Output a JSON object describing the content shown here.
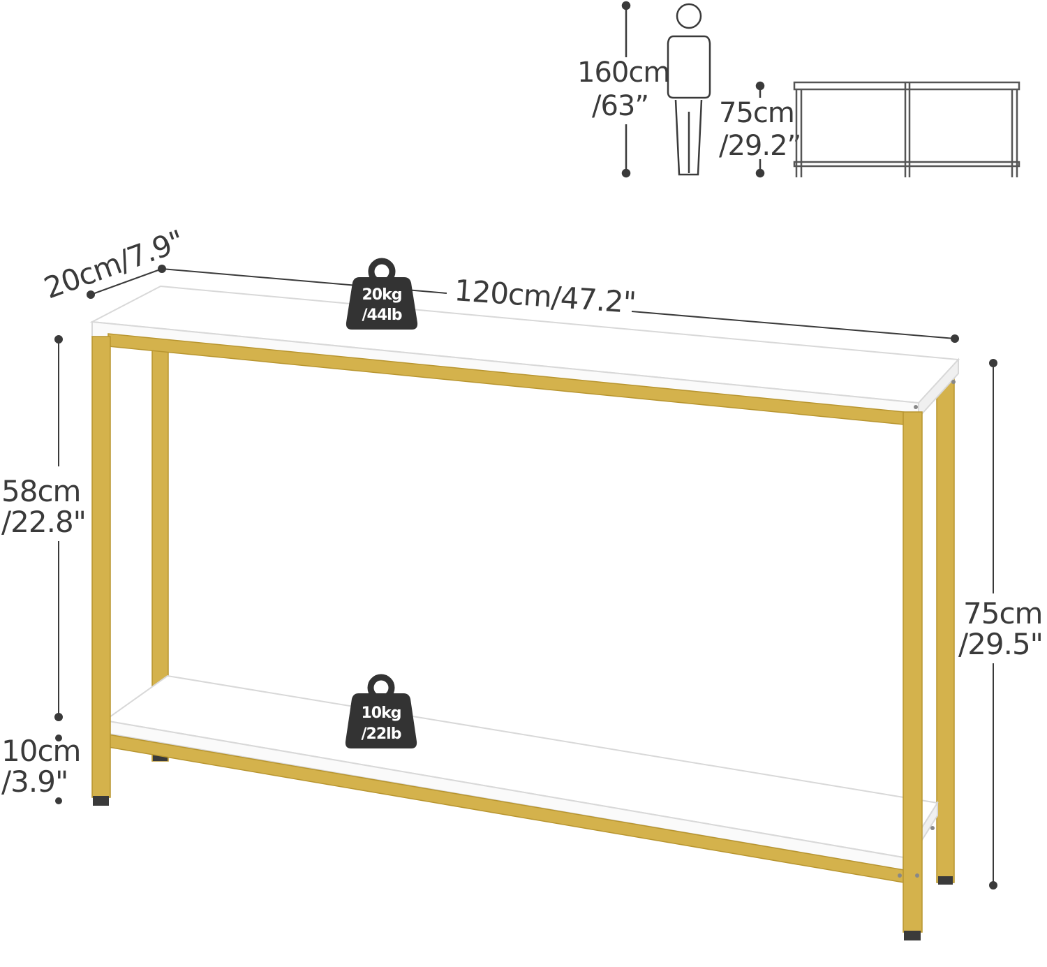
{
  "scale_reference": {
    "person_height": "160cm",
    "person_height_in": "/63”",
    "table_height": "75cm",
    "table_height_in": "/29.2”"
  },
  "dimensions": {
    "depth": "20cm/7.9\"",
    "width": "120cm/47.2\"",
    "clearance_height": "58cm",
    "clearance_height_in": "/22.8\"",
    "bottom_gap": "10cm",
    "bottom_gap_in": "/3.9\"",
    "total_height": "75cm",
    "total_height_in": "/29.5\""
  },
  "load_capacity": {
    "top_shelf_kg": "20kg",
    "top_shelf_lb": "/44lb",
    "bottom_shelf_kg": "10kg",
    "bottom_shelf_lb": "/22lb"
  },
  "colors": {
    "frame_gold": "#d4b24c",
    "frame_gold_dark": "#b8952f",
    "board_white": "#ffffff",
    "board_edge": "#e2e2e2",
    "line": "#3a3a3a",
    "weight_badge": "#333333"
  },
  "icons": [
    "person-icon",
    "table-outline-icon",
    "weight-icon"
  ]
}
